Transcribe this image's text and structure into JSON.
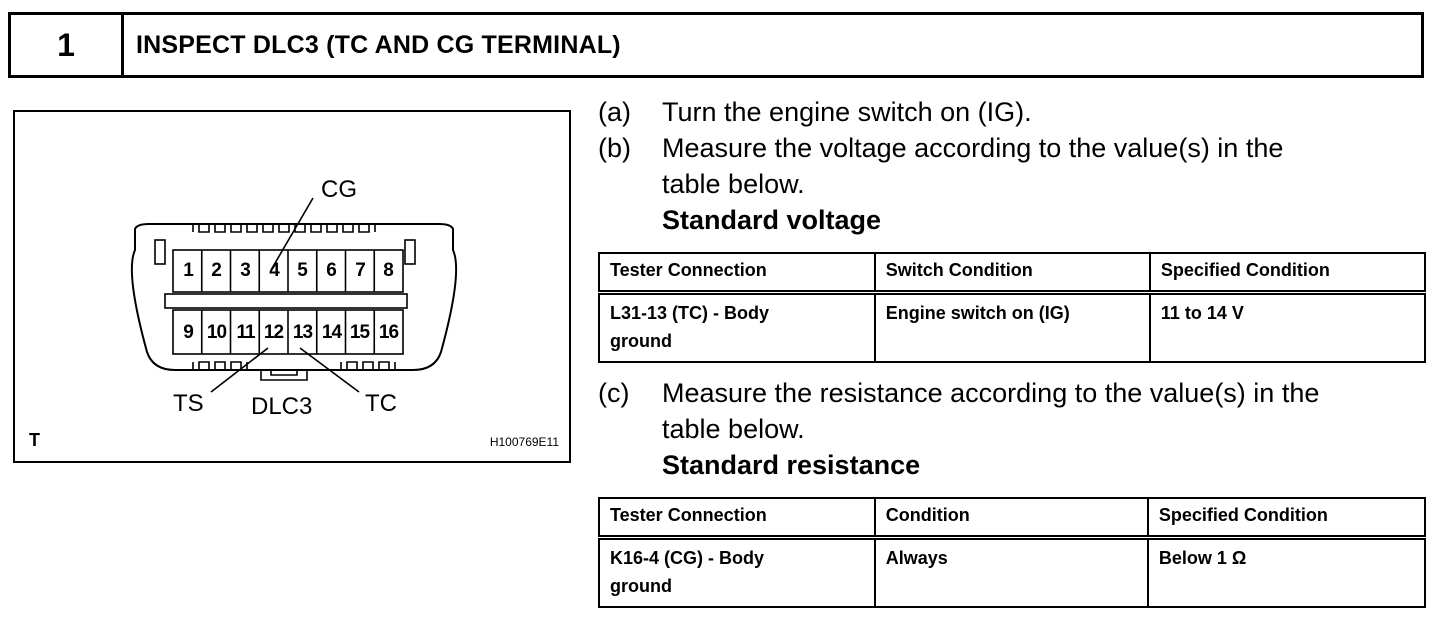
{
  "header": {
    "step_number": "1",
    "title": "INSPECT DLC3 (TC AND CG TERMINAL)"
  },
  "figure": {
    "label_cg": "CG",
    "label_ts": "TS",
    "label_dlc3": "DLC3",
    "label_tc": "TC",
    "corner_mark": "T",
    "figure_code": "H100769E11",
    "pins_top": [
      "1",
      "2",
      "3",
      "4",
      "5",
      "6",
      "7",
      "8"
    ],
    "pins_bottom": [
      "9",
      "10",
      "11",
      "12",
      "13",
      "14",
      "15",
      "16"
    ]
  },
  "steps": [
    {
      "mark": "(a)",
      "line1": "Turn the engine switch on (IG).",
      "line2": "",
      "heading": ""
    },
    {
      "mark": "(b)",
      "line1": "Measure the voltage according to the value(s) in the",
      "line2": "table below.",
      "heading": "Standard voltage"
    },
    {
      "mark": "(c)",
      "line1": "Measure the resistance according to the value(s) in the",
      "line2": "table below.",
      "heading": "Standard resistance"
    }
  ],
  "voltage_table": {
    "headers": [
      "Tester Connection",
      "Switch Condition",
      "Specified Condition"
    ],
    "row": [
      "L31-13 (TC) - Body ground",
      "Engine switch on (IG)",
      "11 to 14 V"
    ]
  },
  "resistance_table": {
    "headers": [
      "Tester Connection",
      "Condition",
      "Specified Condition"
    ],
    "row": [
      "K16-4 (CG) - Body ground",
      "Always",
      "Below 1 Ω"
    ]
  }
}
